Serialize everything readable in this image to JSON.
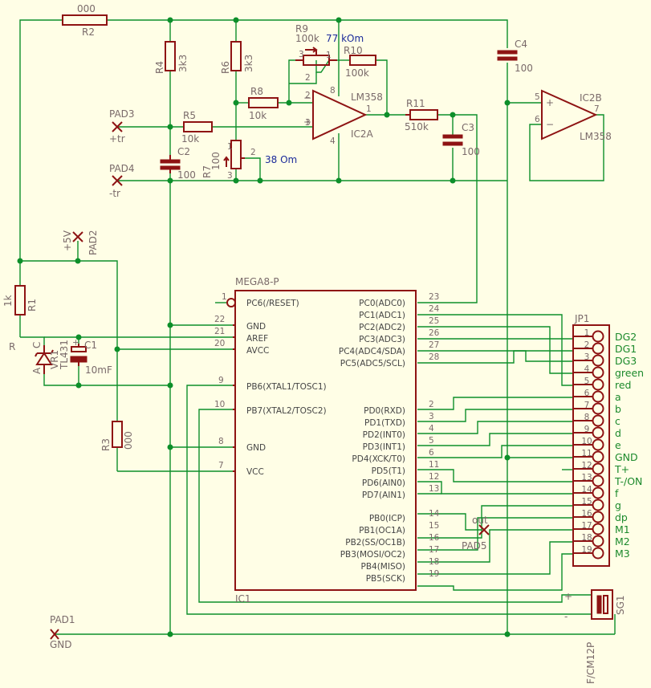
{
  "pads": [
    {
      "name": "PAD1",
      "label": "GND"
    },
    {
      "name": "PAD2",
      "label": "+5V"
    },
    {
      "name": "PAD3",
      "label": "+tr"
    },
    {
      "name": "PAD4",
      "label": "-tr"
    },
    {
      "name": "PAD5",
      "label": "out"
    }
  ],
  "resistors": [
    {
      "name": "R1",
      "value": "1k"
    },
    {
      "name": "R2",
      "value": "000"
    },
    {
      "name": "R3",
      "value": "000"
    },
    {
      "name": "R4",
      "value": "3k3"
    },
    {
      "name": "R5",
      "value": "10k"
    },
    {
      "name": "R6",
      "value": "3k3"
    },
    {
      "name": "R7",
      "value": "100",
      "extra": "38 Om"
    },
    {
      "name": "R8",
      "value": "10k"
    },
    {
      "name": "R9",
      "value": "100k",
      "extra": "77 kOm"
    },
    {
      "name": "R10",
      "value": "100k"
    },
    {
      "name": "R11",
      "value": "510k"
    }
  ],
  "capacitors": [
    {
      "name": "C1",
      "value": "10mF"
    },
    {
      "name": "C2",
      "value": "100"
    },
    {
      "name": "C3",
      "value": "100"
    },
    {
      "name": "C4",
      "value": "100"
    }
  ],
  "opamps": [
    {
      "name": "IC2A",
      "part": "LM358",
      "pins": [
        "3",
        "2",
        "1",
        "8",
        "4"
      ]
    },
    {
      "name": "IC2B",
      "part": "LM358",
      "pins": [
        "5",
        "6",
        "7"
      ]
    }
  ],
  "regulator": {
    "name": "VR1",
    "part": "TL431",
    "pins": [
      "R",
      "C",
      "A"
    ]
  },
  "buzzer": {
    "name": "SG1",
    "part": "F/CM12P",
    "plus": "+",
    "minus": "-"
  },
  "mcu": {
    "name": "IC1",
    "part": "MEGA8-P",
    "left": [
      {
        "pin": "1",
        "label": "PC6(/RESET)"
      },
      {
        "pin": "22",
        "label": "GND"
      },
      {
        "pin": "21",
        "label": "AREF"
      },
      {
        "pin": "20",
        "label": "AVCC"
      },
      {
        "pin": "9",
        "label": "PB6(XTAL1/TOSC1)"
      },
      {
        "pin": "10",
        "label": "PB7(XTAL2/TOSC2)"
      },
      {
        "pin": "8",
        "label": "GND"
      },
      {
        "pin": "7",
        "label": "VCC"
      }
    ],
    "right": [
      {
        "pin": "23",
        "label": "PC0(ADC0)"
      },
      {
        "pin": "24",
        "label": "PC1(ADC1)"
      },
      {
        "pin": "25",
        "label": "PC2(ADC2)"
      },
      {
        "pin": "26",
        "label": "PC3(ADC3)"
      },
      {
        "pin": "27",
        "label": "PC4(ADC4/SDA)"
      },
      {
        "pin": "28",
        "label": "PC5(ADC5/SCL)"
      },
      {
        "pin": "2",
        "label": "PD0(RXD)"
      },
      {
        "pin": "3",
        "label": "PD1(TXD)"
      },
      {
        "pin": "4",
        "label": "PD2(INT0)"
      },
      {
        "pin": "5",
        "label": "PD3(INT1)"
      },
      {
        "pin": "6",
        "label": "PD4(XCK/T0)"
      },
      {
        "pin": "11",
        "label": "PD5(T1)"
      },
      {
        "pin": "12",
        "label": "PD6(AIN0)"
      },
      {
        "pin": "13",
        "label": "PD7(AIN1)"
      },
      {
        "pin": "14",
        "label": "PB0(ICP)"
      },
      {
        "pin": "15",
        "label": "PB1(OC1A)"
      },
      {
        "pin": "16",
        "label": "PB2(SS/OC1B)"
      },
      {
        "pin": "17",
        "label": "PB3(MOSI/OC2)"
      },
      {
        "pin": "18",
        "label": "PB4(MISO)"
      },
      {
        "pin": "19",
        "label": "PB5(SCK)"
      }
    ]
  },
  "connector": {
    "name": "JP1",
    "pins": [
      "1",
      "2",
      "3",
      "4",
      "5",
      "6",
      "7",
      "8",
      "9",
      "10",
      "11",
      "12",
      "13",
      "14",
      "15",
      "16",
      "17",
      "18",
      "19"
    ],
    "labels": [
      "DG2",
      "DG1",
      "DG3",
      "green",
      "red",
      "a",
      "b",
      "c",
      "d",
      "e",
      "GND",
      "T+",
      "T-/ON",
      "f",
      "g",
      "dp",
      "M1",
      "M2",
      "M3"
    ]
  }
}
